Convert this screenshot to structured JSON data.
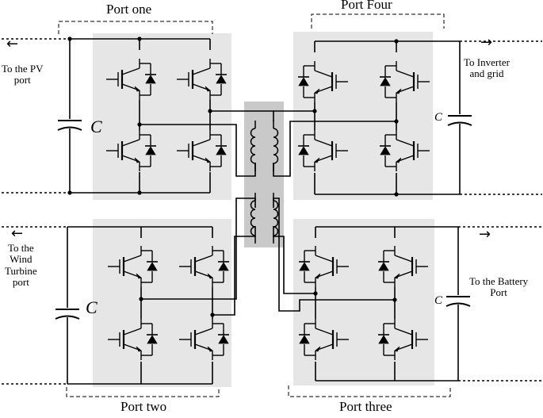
{
  "ports": {
    "one": "Port one",
    "two": "Port two",
    "three": "Port three",
    "four": "Port Four"
  },
  "terminals": {
    "pv": [
      "To the PV",
      "port"
    ],
    "wind": [
      "To the",
      "Wind",
      "Turbine",
      "port"
    ],
    "inverter": [
      "To Inverter",
      "and grid"
    ],
    "battery": [
      "To the Battery",
      "Port"
    ]
  },
  "capacitor_label": "C",
  "arrows": {
    "left": "←",
    "right": "→"
  },
  "colors": {
    "module_bg": "#e6e6e6",
    "transformer_bg": "#c9c9c9",
    "wire": "#000000"
  }
}
